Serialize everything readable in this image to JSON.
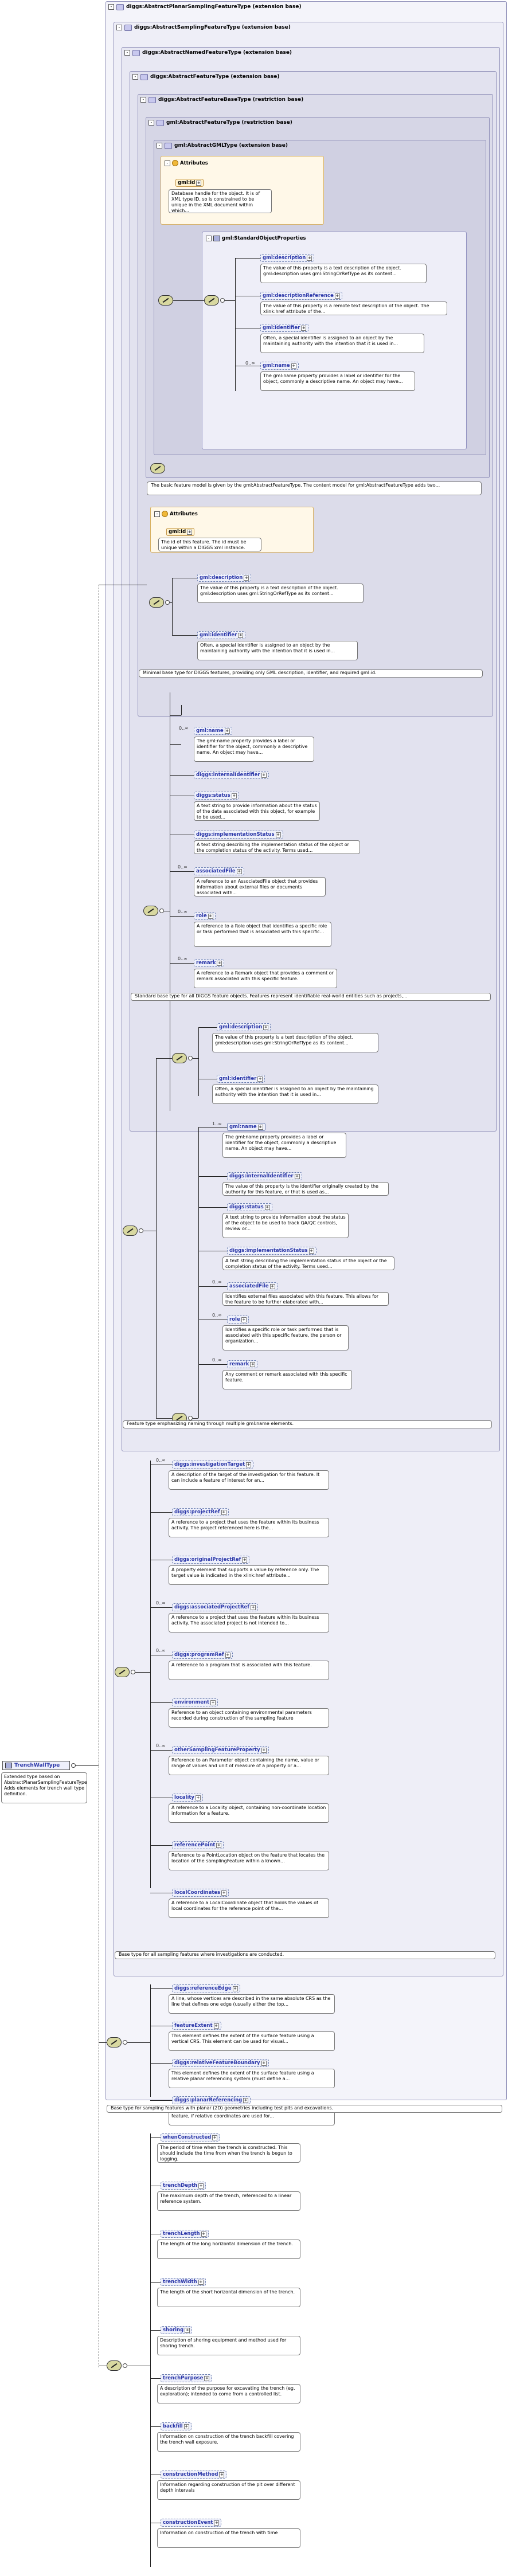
{
  "root": {
    "label": "TrenchWallType",
    "description": "Extended type based on AbstractPlanarSamplingFeatureType. Adds elements for trench wall type definition."
  },
  "ext": {
    "l1": "diggs:AbstractPlanarSamplingFeatureType (extension base)",
    "l2": "diggs:AbstractSamplingFeatureType (extension base)",
    "l3": "diggs:AbstractNamedFeatureType (extension base)",
    "l4": "diggs:AbstractFeatureType (extension base)",
    "l5": "diggs:AbstractFeatureBaseType (restriction base)",
    "l6": "gml:AbstractFeatureType (restriction base)",
    "l7": "gml:AbstractGMLType (extension base)"
  },
  "attrs1": {
    "title": "Attributes",
    "id_label": "gml:id",
    "id_desc": "Database handle for the object. It is of XML type ID, so is constrained to be unique in the XML document within which..."
  },
  "stdprops": {
    "title": "gml:StandardObjectProperties",
    "items": [
      {
        "label": "gml:description",
        "desc": "The value of this property is a text description of the object. gml:description uses gml:StringOrRefType as its content..."
      },
      {
        "label": "gml:descriptionReference",
        "desc": "The value of this property is a remote text description of the object. The xlink:href attribute of the..."
      },
      {
        "label": "gml:identifier",
        "desc": "Often, a special identifier is assigned to an object by the maintaining authority with the intention that it is used in..."
      },
      {
        "label": "gml:name",
        "desc": "The gml:name property provides a label or identifier for the object, commonly a descriptive name. An object may have..."
      }
    ],
    "mult_inf": "0..∞"
  },
  "banner_gml": "The basic feature model is given by the gml:AbstractFeatureType. The content model for gml:AbstractFeatureType adds two...",
  "attrs2": {
    "title": "Attributes",
    "id_label": "gml:id",
    "id_desc": "The id of this feature. The id must be unique within a DIGGS xml instance."
  },
  "base_items": [
    {
      "label": "gml:description",
      "desc": "The value of this property is a text description of the object. gml:description uses gml:StringOrRefType as its content..."
    },
    {
      "label": "gml:identifier",
      "desc": "Often, a special identifier is assigned to an object by the maintaining authority with the intention that it is used in..."
    }
  ],
  "banner_base": "Minimal base type for DIGGS features, providing only GML description, identifier, and required gml:id.",
  "feature_items": [
    {
      "label": "gml:name",
      "desc": "The gml:name property provides a label or identifier for the object, commonly a descriptive name. An object may have...",
      "mult": "0..∞"
    },
    {
      "label": "diggs:internalIdentifier",
      "desc": ""
    },
    {
      "label": "diggs:status",
      "desc": "A text string to provide information about the status of the data associated with this object, for example to be used..."
    },
    {
      "label": "diggs:implementationStatus",
      "desc": "A text string describing the implementation status of the object or the completion status of the activity. Terms used..."
    },
    {
      "label": "associatedFile",
      "desc": "A reference to an AssociatedFile object that provides information about external files or documents associated with...",
      "mult": "0..∞"
    },
    {
      "label": "role",
      "desc": "A reference to a Role object that identifies a specific role or task performed that is associated with this specific...",
      "mult": "0..∞"
    },
    {
      "label": "remark",
      "desc": "A reference to a Remark object that provides a comment or remark associated with this specific feature.",
      "mult": "0..∞"
    }
  ],
  "banner_feature": "Standard base type for all DIGGS feature objects. Features represent identifiable real-world entities such as projects,...",
  "named_items": [
    {
      "label": "gml:description",
      "desc": "The value of this property is a text description of the object. gml:description uses gml:StringOrRefType as its content..."
    },
    {
      "label": "gml:identifier",
      "desc": "Often, a special identifier is assigned to an object by the maintaining authority with the intention that it is used in..."
    },
    {
      "label": "gml:name",
      "desc": "The gml:name property provides a label or identifier for the object, commonly a descriptive name. An object may have...",
      "mult": "1..∞"
    },
    {
      "label": "diggs:internalIdentifier",
      "desc": "The value of this property is the identifier originally created by the authority for this feature, or that is used as..."
    },
    {
      "label": "diggs:status",
      "desc": "A text string to provide information about the status of the object to be used to track QA/QC controls, review or..."
    },
    {
      "label": "diggs:implementationStatus",
      "desc": "A text string describing the implementation status of the object or the completion status of the activity. Terms used..."
    },
    {
      "label": "associatedFile",
      "desc": "Identifies external files associated with this feature. This allows for the feature to be further elaborated with...",
      "mult": "0..∞"
    },
    {
      "label": "role",
      "desc": "Identifies a specific role or task performed that is associated with this specific feature, the person or organization...",
      "mult": "0..∞"
    },
    {
      "label": "remark",
      "desc": "Any comment or remark associated with this specific feature.",
      "mult": "0..∞"
    }
  ],
  "banner_named": "Feature type emphasizing naming through multiple gml:name elements.",
  "sampling_items": [
    {
      "label": "diggs:investigationTarget",
      "desc": "A description of the target of the investigation for this feature. It can include a feature of interest for an...",
      "mult": "0..∞"
    },
    {
      "label": "diggs:projectRef",
      "desc": "A reference to a project that uses the feature within its business activity. The project referenced here is the..."
    },
    {
      "label": "diggs:originalProjectRef",
      "desc": "A property element that supports a value by reference only. The target value is indicated in the xlink:href attribute..."
    },
    {
      "label": "diggs:associatedProjectRef",
      "desc": "A reference to a project that uses the feature within its business activity. The associated project is not intended to...",
      "mult": "0..∞"
    },
    {
      "label": "diggs:programRef",
      "desc": "A reference to a program that is associated with this feature.",
      "mult": "0..∞"
    },
    {
      "label": "environment",
      "desc": "Reference to an object containing environmental parameters recorded during construction of the sampling feature"
    },
    {
      "label": "otherSamplingFeatureProperty",
      "desc": "Reference to an Parameter object containing the name, value or range of values and unit of measure of a property or a...",
      "mult": "0..∞"
    },
    {
      "label": "locality",
      "desc": "A reference to a Locality object, containing non-coordinate location information for a feature."
    },
    {
      "label": "referencePoint",
      "desc": "Reference to a PointLocation object on the feature that locates the location of the samplingFeature within a known..."
    },
    {
      "label": "localCoordinates",
      "desc": "A reference to a LocalCoordinate object that holds the values of local coordinates for the reference point of the..."
    }
  ],
  "banner_sampling": "Base type for all sampling features where investigations are conducted.",
  "planar_items": [
    {
      "label": "diggs:referenceEdge",
      "desc": "A line, whose vertices are described in the same absolute CRS as the line that defines one edge (usually either the top..."
    },
    {
      "label": "featureExtent",
      "desc": "This element defines the extent of the surface feature using a vertical CRS. This element can be used for visual..."
    },
    {
      "label": "diggs:relativeFeatureBoundary",
      "desc": "This element defines the extent of the surface feature using a relative planar referencing system (must define a..."
    },
    {
      "label": "diggs:planarReferencing",
      "desc": "A property that holds the local coordinate reference system for the feature, if relative coordinates are used for..."
    }
  ],
  "banner_planar": "Base type for sampling features with planar (2D) geometries including test pits and excavations.",
  "trench_items": [
    {
      "label": "whenConstructed",
      "desc": "The period of time when the trench is constructed. This should include the time from when the trench is begun to logging."
    },
    {
      "label": "trenchDepth",
      "desc": "The maximum depth of the trench, referenced to a linear reference system."
    },
    {
      "label": "trenchLength",
      "desc": "The length of the long horizontal dimension of the trench."
    },
    {
      "label": "trenchWidth",
      "desc": "The length of the short horizontal dimension of the trench."
    },
    {
      "label": "shoring",
      "desc": "Description of shoring equipment and method used for shoring trench."
    },
    {
      "label": "trenchPurpose",
      "desc": "A description of the purpose for excavating the trench (eg. exploration); intended to come from a controlled list."
    },
    {
      "label": "backfill",
      "desc": "Information on construction of the trench backfill covering the trench wall exposure."
    },
    {
      "label": "constructionMethod",
      "desc": "Information regarding construction of the pit over different depth intervals"
    },
    {
      "label": "constructionEvent",
      "desc": "Information on construction of the trench with time"
    }
  ]
}
